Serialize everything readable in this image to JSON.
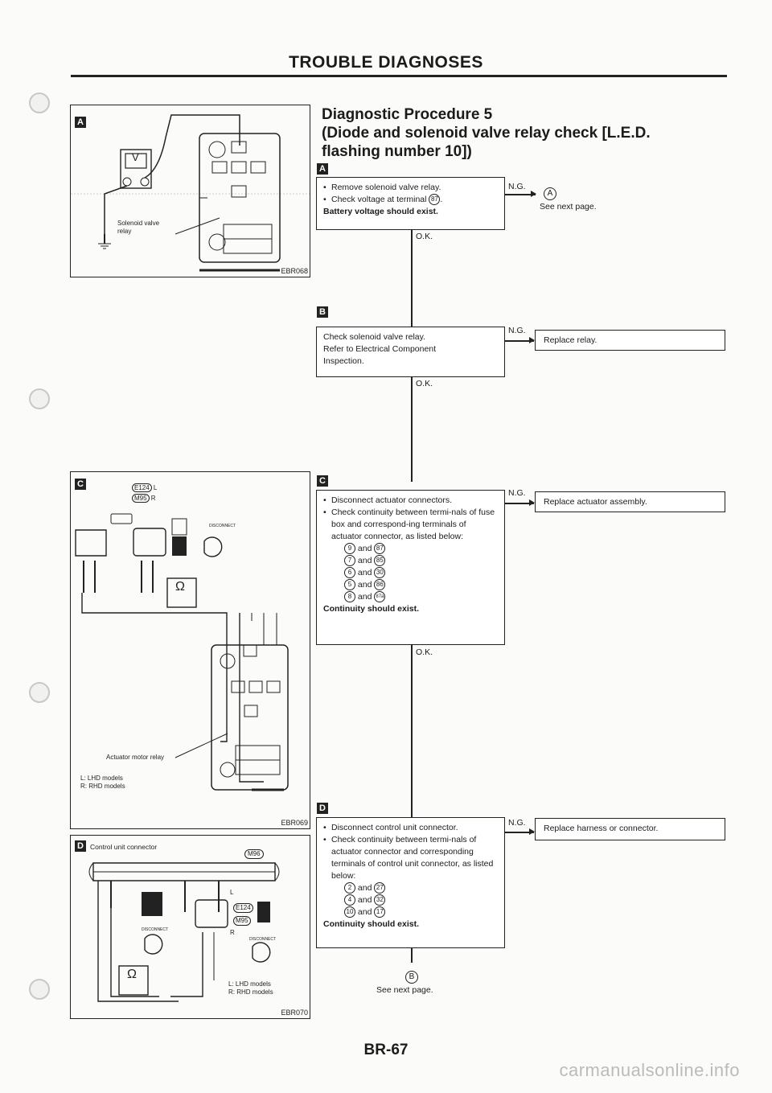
{
  "header": {
    "title": "TROUBLE DIAGNOSES"
  },
  "procedure": {
    "title_line1": "Diagnostic Procedure 5",
    "title_line2": "(Diode and solenoid valve relay check [L.E.D.",
    "title_line3": "flashing number 10])"
  },
  "figures": {
    "a": {
      "tag": "A",
      "code": "EBR068",
      "label_solenoid": "Solenoid valve",
      "label_relay": "relay",
      "meter": "V"
    },
    "c": {
      "tag": "C",
      "code": "EBR069",
      "conn1": "E124",
      "conn1_side": "L",
      "conn2": "M95",
      "conn2_side": "R",
      "label_actuator": "Actuator motor relay",
      "legend_l": "L: LHD models",
      "legend_r": "R: RHD models",
      "meter": "Ω",
      "disconnect": "DISCONNECT"
    },
    "d": {
      "tag": "D",
      "code": "EBR070",
      "title": "Control unit connector",
      "conn": "M96",
      "legend_l": "L: LHD models",
      "legend_r": "R: RHD models",
      "meter": "Ω",
      "conn1": "E124",
      "conn2": "M95",
      "disconnect": "DISCONNECT",
      "side_l": "L",
      "side_r": "R"
    }
  },
  "steps": {
    "a": {
      "tag": "A",
      "items": [
        "Remove solenoid valve relay.",
        "Check voltage at terminal"
      ],
      "terminal": "87",
      "expected": "Battery voltage should exist.",
      "ng": "N.G.",
      "ok": "O.K.",
      "ng_target_mark": "A",
      "ng_target_text": "See next page."
    },
    "b": {
      "tag": "B",
      "lines": [
        "Check solenoid valve relay.",
        "Refer to Electrical Component",
        "Inspection."
      ],
      "ng": "N.G.",
      "ok": "O.K.",
      "ng_action": "Replace relay."
    },
    "c": {
      "tag": "C",
      "items": [
        "Disconnect actuator connectors.",
        "Check continuity between termi-nals of fuse box and correspond-ing terminals of actuator connector, as listed below:"
      ],
      "pairs": [
        [
          "9",
          "87"
        ],
        [
          "7",
          "85"
        ],
        [
          "6",
          "30"
        ],
        [
          "5",
          "86"
        ],
        [
          "8",
          "87a"
        ]
      ],
      "and": "and",
      "expected": "Continuity should exist.",
      "ng": "N.G.",
      "ok": "O.K.",
      "ng_action": "Replace actuator assembly."
    },
    "d": {
      "tag": "D",
      "items": [
        "Disconnect control unit connector.",
        "Check continuity between termi-nals of actuator connector and corresponding terminals of control unit connector, as listed below:"
      ],
      "pairs": [
        [
          "2",
          "27"
        ],
        [
          "4",
          "32"
        ],
        [
          "10",
          "17"
        ]
      ],
      "and": "and",
      "expected": "Continuity should exist.",
      "ng": "N.G.",
      "ng_action": "Replace harness or connector.",
      "end_mark": "B",
      "end_text": "See next page."
    }
  },
  "footer": {
    "page": "BR-67",
    "watermark": "carmanualsonline.info"
  }
}
